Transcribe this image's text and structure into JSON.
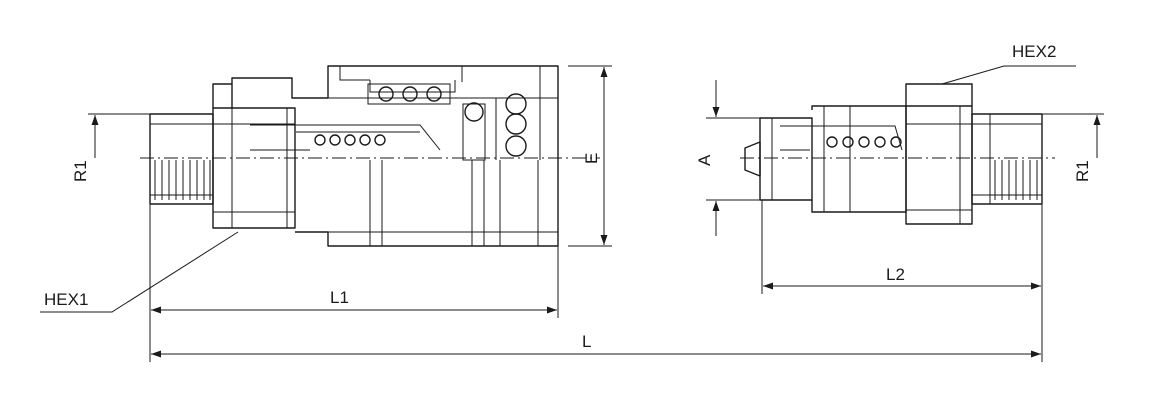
{
  "labels": {
    "hex1": "HEX1",
    "hex2": "HEX2",
    "r1_left": "R1",
    "r1_right": "R1",
    "l1": "L1",
    "l2": "L2",
    "l": "L",
    "e": "E",
    "a": "A"
  }
}
